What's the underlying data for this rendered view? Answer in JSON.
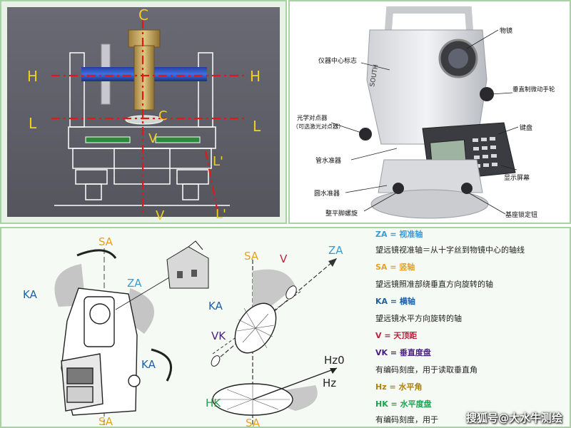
{
  "axis_diagram": {
    "label_c_top": "C",
    "label_h_left": "H",
    "label_h_right": "H",
    "label_l_left": "L",
    "label_l_right": "L",
    "label_c_mid": "C",
    "label_v_mid": "V",
    "label_l_prime_mid": "L'",
    "label_v_bottom": "V",
    "label_l_prime_bottom": "L'"
  },
  "instrument_photo": {
    "brand": "SOUTH",
    "callouts": {
      "objective": "物镜",
      "center_mark": "仪器中心标志",
      "vertical_clamp": "垂直制微动手轮",
      "optical_plummet": "光学对点器",
      "optical_plummet_note": "（可选激光对点器）",
      "keyboard": "键盘",
      "tube_level": "管水准器",
      "display": "显示屏幕",
      "circular_level": "圆水准器",
      "leveling_screw": "整平脚螺旋",
      "base_lock": "基座锁定钮"
    }
  },
  "axes_figure": {
    "sa": "SA",
    "za": "ZA",
    "ka": "KA",
    "v": "V",
    "vk": "VK",
    "hz0": "Hz0",
    "hz": "Hz",
    "hk": "HK"
  },
  "legend": {
    "za_term": "ZA = 视准轴",
    "za_desc": "望远镜视准轴＝从十字丝到物镜中心的轴线",
    "sa_term": "SA = 竖轴",
    "sa_desc": "望远镜照准部绕垂直方向旋转的轴",
    "ka_term": "KA = 横轴",
    "ka_desc": "望远镜水平方向旋转的轴",
    "v_term": "V = 天顶距",
    "vk_term": "VK = 垂直度盘",
    "vk_desc": "有编码刻度，用于读取垂直角",
    "hz_term": "Hz = 水平角",
    "hk_term": "HK = 水平度盘",
    "hk_desc": "有编码刻度，用于"
  },
  "colors": {
    "za": "#3a9ad4",
    "sa": "#e8a020",
    "ka": "#2060a0",
    "v": "#c02040",
    "vk": "#4a2080",
    "hz": "#b08010",
    "hk": "#20a050",
    "axis_red": "#e01818"
  },
  "watermark": "搜狐号@大水牛测绘"
}
